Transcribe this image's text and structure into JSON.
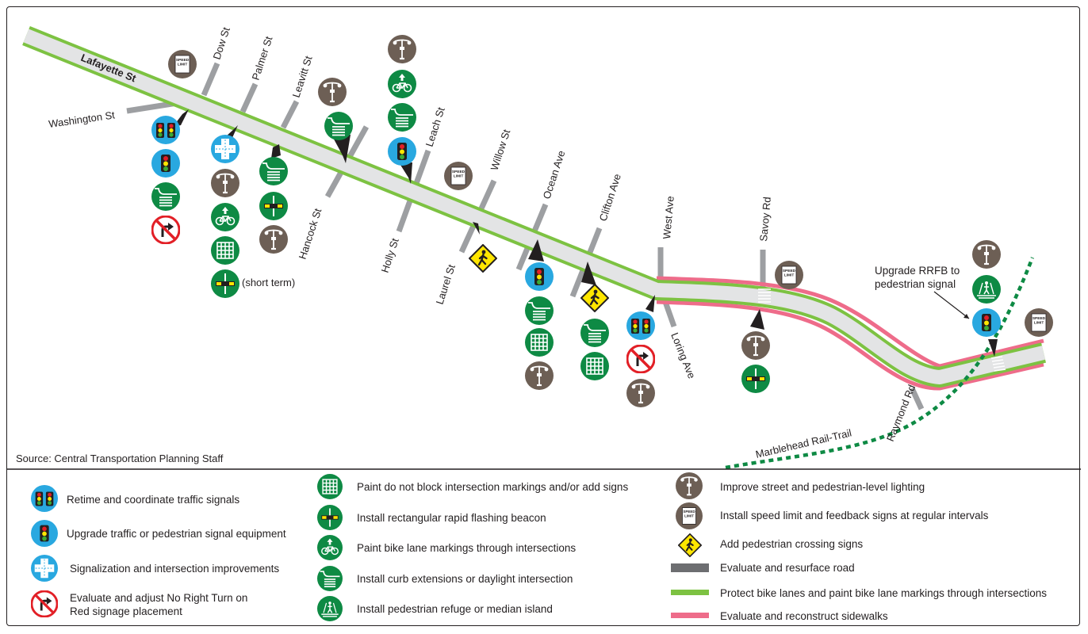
{
  "map": {
    "main_street": "Lafayette St",
    "streets": {
      "dow": "Dow St",
      "washington": "Washington St",
      "palmer": "Palmer St",
      "leavitt": "Leavitt St",
      "hancock": "Hancock St",
      "leach": "Leach St",
      "holly": "Holly St",
      "willow": "Willow St",
      "laurel": "Laurel St",
      "ocean": "Ocean Ave",
      "clifton": "Clifton Ave",
      "west": "West Ave",
      "loring": "Loring Ave",
      "savoy": "Savoy Rd",
      "raymond": "Raymond Rd"
    },
    "short_term_note": "(short term)",
    "rrfb_note_line1": "Upgrade RRFB to",
    "rrfb_note_line2": "pedestrian signal",
    "rail_trail": "Marblehead Rail-Trail",
    "source": "Source: Central Transportation Planning Staff",
    "speed_sign_line1": "SPEED",
    "speed_sign_line2": "LIMIT"
  },
  "legend": {
    "retime": "Retime and coordinate traffic signals",
    "upgrade_signal": "Upgrade traffic or pedestrian signal equipment",
    "signalization": "Signalization and intersection improvements",
    "no_right_line1": "Evaluate and adjust No Right Turn on",
    "no_right_line2": "Red signage placement",
    "do_not_block": "Paint do not block intersection markings and/or add signs",
    "rrfb": "Install rectangular rapid flashing beacon",
    "bike_markings": "Paint bike lane markings through intersections",
    "curb_ext": "Install curb extensions or daylight intersection",
    "refuge": "Install pedestrian refuge or median island",
    "lighting": "Improve street and pedestrian-level lighting",
    "speed_signs": "Install speed limit and feedback signs at regular intervals",
    "ped_crossing": "Add pedestrian crossing signs",
    "resurface": "Evaluate and resurface road",
    "protect_bike": "Protect bike lanes and paint bike lane markings through intersections",
    "sidewalks": "Evaluate and reconstruct sidewalks"
  },
  "colors": {
    "blue": "#29a8e0",
    "green": "#0e8a44",
    "brown": "#6d5f55",
    "bike_green": "#7dc242",
    "sidewalk_pink": "#ee6c8a",
    "road_gray": "#e3e4e5",
    "street_gray": "#9d9fa2",
    "red": "#e21f26",
    "yellow": "#ffe600"
  }
}
